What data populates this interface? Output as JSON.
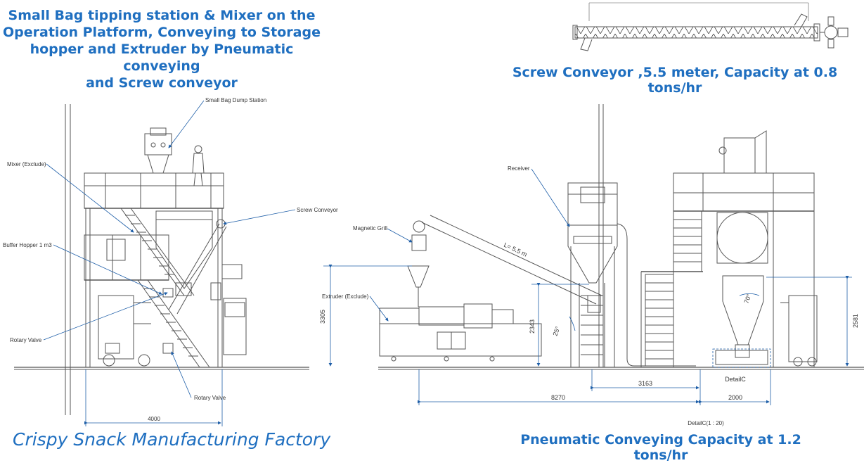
{
  "title_lines": [
    "Small Bag tipping station & Mixer on the",
    "Operation Platform, Conveying  to Storage",
    "hopper and Extruder by Pneumatic conveying",
    "and Screw conveyor"
  ],
  "caption_screw": "Screw Conveyor ,5.5 meter, Capacity at 0.8 tons/hr",
  "caption_pneumatic": "Pneumatic Conveying Capacity at 1.2 tons/hr",
  "caption_factory": "Crispy Snack Manufacturing Factory",
  "labels": {
    "small_bag_dump_station": "Small Bag Dump Station",
    "mixer": "Mixer (Exclude)",
    "screw_conveyor": "Screw Conveyor",
    "buffer_hopper": "Buffer Hopper 1 m3",
    "rotary_valve_left": "Rotary Valve",
    "rotary_valve_bottom": "Rotary Valve",
    "receiver": "Receiver",
    "magnetic_grill": "Magnetic Grill",
    "extruder": "Extruder (Exclude)",
    "length_label": "L= 5.5 m",
    "detail_c": "DetailC",
    "detail_c_scale": "DetailC(1 : 20)",
    "angle_25": "25°",
    "angle_70": "70°"
  },
  "dimensions": {
    "d4000": "4000",
    "d3305": "3305",
    "d2343": "2343",
    "d3163": "3163",
    "d8270": "8270",
    "d2000": "2000",
    "d2581": "2581"
  }
}
